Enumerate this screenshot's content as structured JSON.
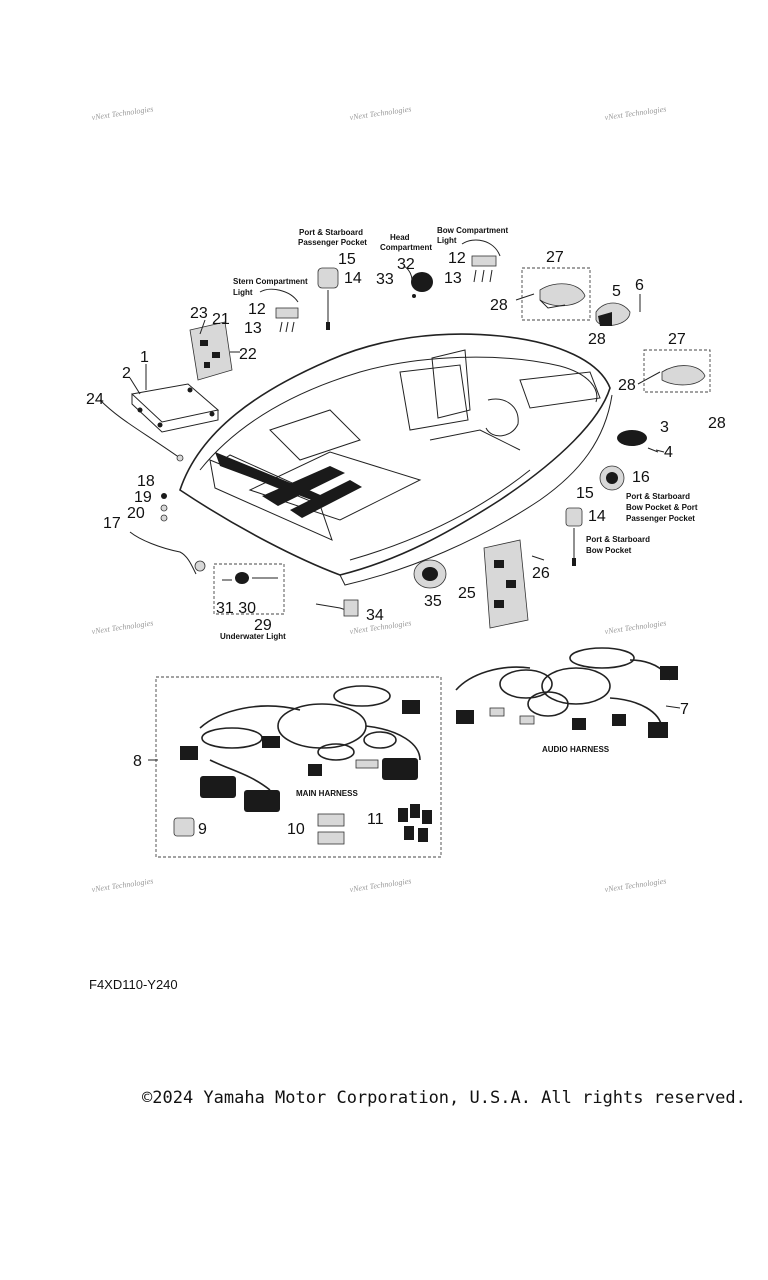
{
  "watermark": "vNext Technologies",
  "callouts": {
    "c1": "1",
    "c2": "2",
    "c3": "3",
    "c4": "4",
    "c5": "5",
    "c6": "6",
    "c7": "7",
    "c8": "8",
    "c9": "9",
    "c10": "10",
    "c11": "11",
    "c12a": "12",
    "c12b": "12",
    "c13a": "13",
    "c13b": "13",
    "c14a": "14",
    "c14b": "14",
    "c15a": "15",
    "c15b": "15",
    "c16": "16",
    "c17": "17",
    "c18": "18",
    "c19": "19",
    "c20": "20",
    "c21": "21",
    "c22": "22",
    "c23": "23",
    "c24": "24",
    "c25": "25",
    "c26": "26",
    "c27a": "27",
    "c27b": "27",
    "c28a": "28",
    "c28b": "28",
    "c28c": "28",
    "c28d": "28",
    "c29": "29",
    "c30": "31 30",
    "c32": "32",
    "c33": "33",
    "c34": "34",
    "c35": "35"
  },
  "captions": {
    "port_starboard_passenger_pocket": [
      "Port & Starboard",
      "Passenger Pocket"
    ],
    "head_compartment": [
      "Head",
      "Compartment"
    ],
    "bow_compartment_light": [
      "Bow Compartment",
      "Light"
    ],
    "stern_compartment_light": [
      "Stern Compartment",
      "Light"
    ],
    "bow_pocket_port_passenger": [
      "Port & Starboard",
      "Bow Pocket & Port",
      "Passenger Pocket"
    ],
    "port_starboard_bow_pocket": [
      "Port & Starboard",
      "Bow Pocket"
    ],
    "underwater_light": "Underwater Light",
    "main_harness": "MAIN HARNESS",
    "audio_harness": "AUDIO HARNESS"
  },
  "model_code": "F4XD110-Y240",
  "copyright": "©2024 Yamaha Motor Corporation, U.S.A. All rights reserved."
}
